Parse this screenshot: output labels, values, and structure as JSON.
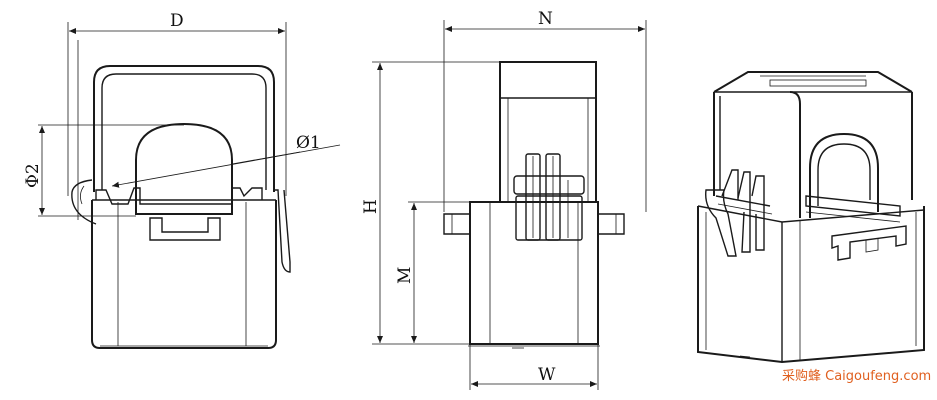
{
  "labels": {
    "D": "D",
    "N": "N",
    "phi1": "Ø1",
    "phi2": "Φ2",
    "H": "H",
    "M": "M",
    "W": "W"
  },
  "watermark": "采购蜂 Caigoufeng.com",
  "colors": {
    "line": "#1a1a1a",
    "watermark": "#e06020"
  }
}
